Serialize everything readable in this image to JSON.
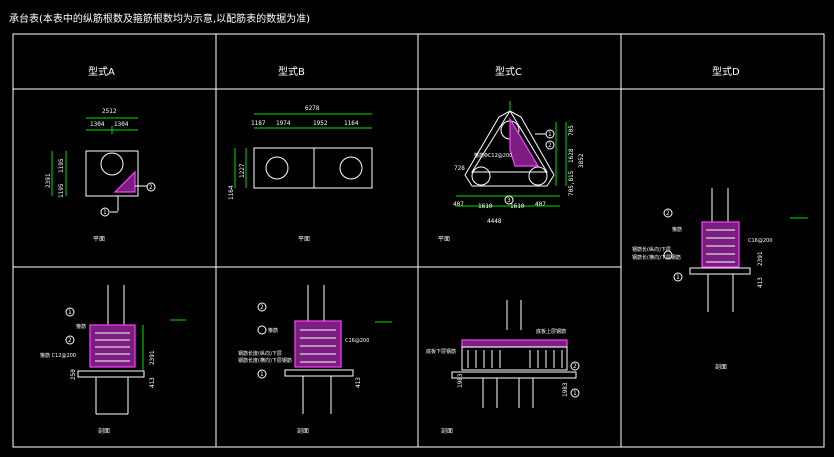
{
  "title": "承台表(本表中的纵筋根数及箍筋根数均为示意,以配筋表的数据为准)",
  "types": {
    "a": {
      "label": "型式A",
      "view_plan": "平面",
      "view_section": "剖面"
    },
    "b": {
      "label": "型式B",
      "view_plan": "平面",
      "view_section": "剖面"
    },
    "c": {
      "label": "型式C",
      "view_plan": "平面",
      "view_section": "剖面"
    },
    "d": {
      "label": "型式D",
      "view_section": "剖面"
    }
  },
  "dims": {
    "a_top": "2512",
    "a_half1": "1304",
    "a_half2": "1304",
    "a_left": "2391",
    "a_left1": "1195",
    "a_left2": "1195",
    "b_top": "6278",
    "b_s1": "1187",
    "b_s2": "1974",
    "b_s3": "1952",
    "b_s4": "1164",
    "b_left1": "1227",
    "b_left2": "1164",
    "c_r1": "705",
    "c_r2": "1628",
    "c_r3": "3852",
    "c_r4": "705,815",
    "c_b1": "407",
    "c_b2": "1610",
    "c_b3": "1610",
    "c_b4": "407",
    "c_b5": "4448",
    "c_note": "箍筋ΦC12@200",
    "c_left": "728",
    "a_sec_r": "2391",
    "a_sec_b1": "250",
    "a_sec_b2": "413",
    "b_sec_r": "413",
    "c_sec_l": "1983",
    "c_sec_r": "1983",
    "d_r": "2391",
    "d_r2": "413"
  },
  "marks": {
    "m1": "1",
    "m2": "2",
    "m3": "3"
  },
  "notes": {
    "a_sec_note1": "箍筋",
    "a_sec_note2": "箍筋 C12@200",
    "b_sec_note1": "箍筋",
    "b_sec_note2": "C16@200",
    "b_sec_note3": "钢筋长度(纵向)下层",
    "b_sec_note4": "钢筋长度(横向)下层钢筋",
    "c_sec_note1": "底板上层钢筋",
    "c_sec_note2": "底板下层钢筋",
    "d_sec_note1": "箍筋",
    "d_sec_note2": "C16@200",
    "d_sec_note3": "钢筋长(纵向)下层",
    "d_sec_note4": "钢筋长(横向)下层钢筋"
  }
}
